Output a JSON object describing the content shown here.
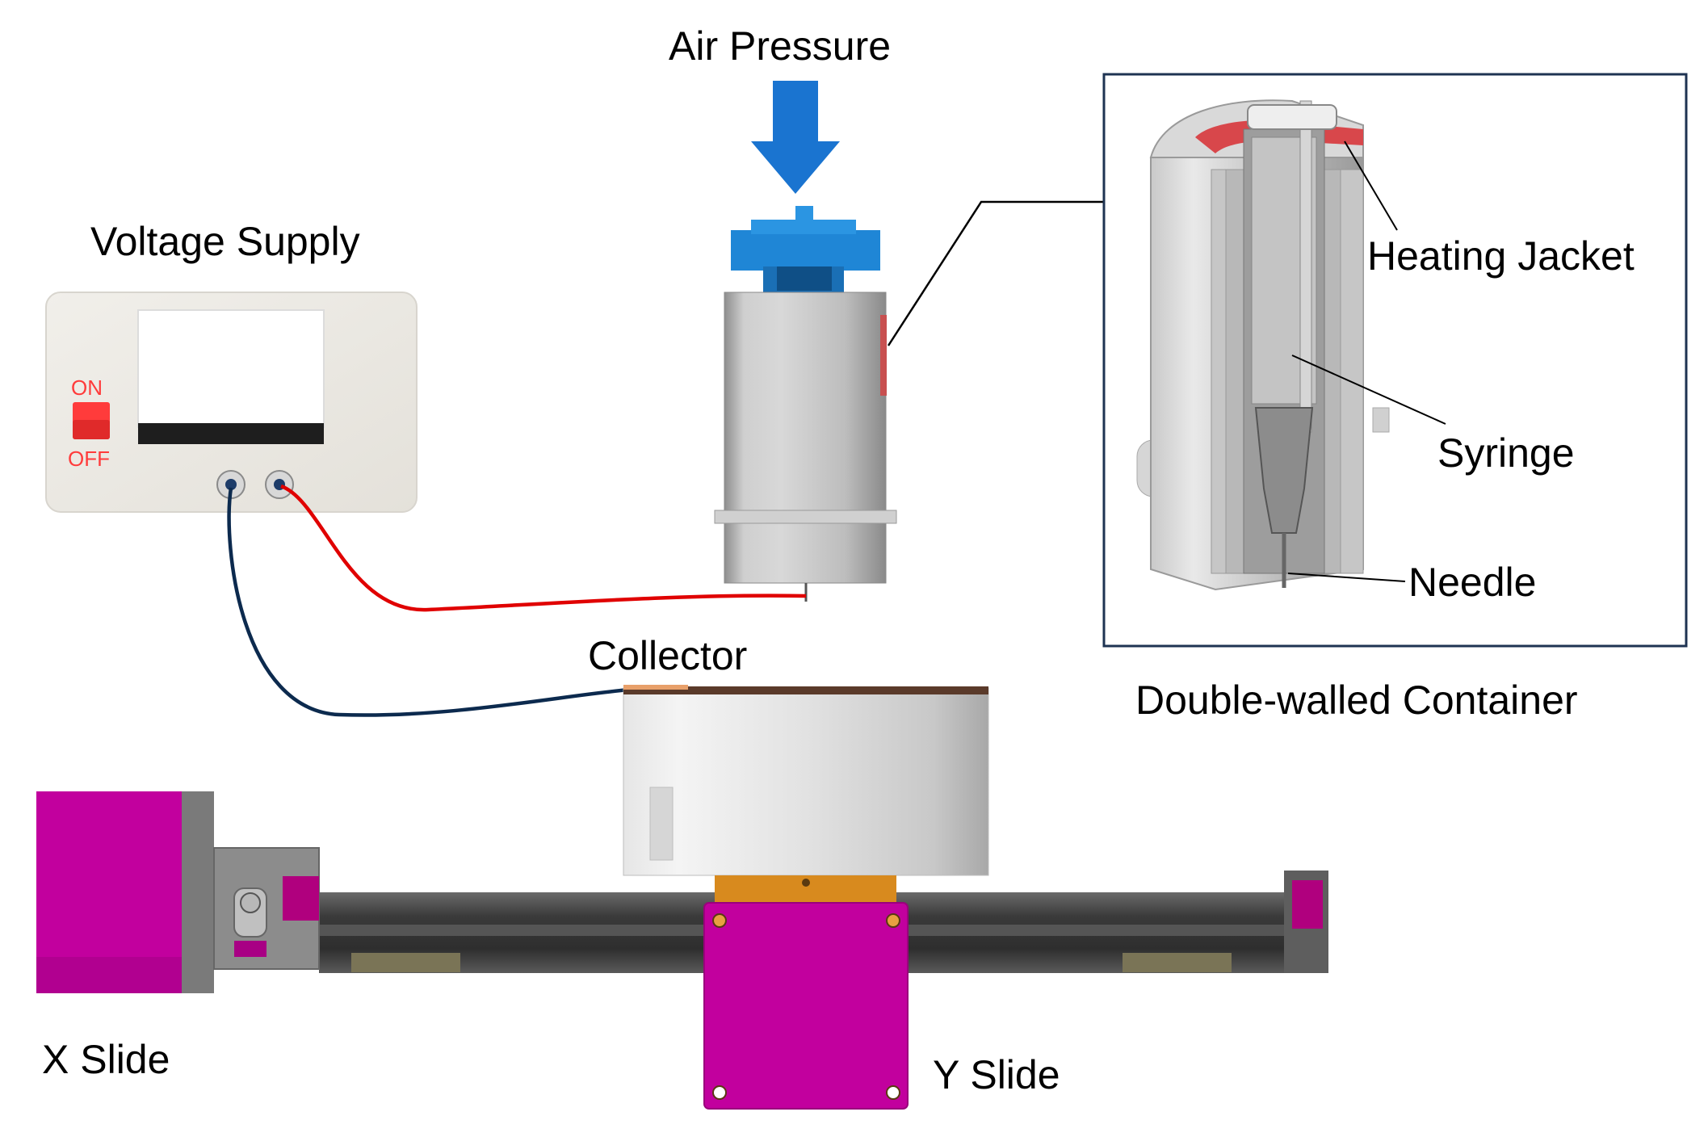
{
  "labels": {
    "air_pressure": "Air Pressure",
    "voltage_supply": "Voltage Supply",
    "switch_on": "ON",
    "switch_off": "OFF",
    "heating_jacket": "Heating Jacket",
    "syringe": "Syringe",
    "needle": "Needle",
    "collector": "Collector",
    "container_caption": "Double-walled Container",
    "x_slide": "X Slide",
    "y_slide": "Y Slide"
  },
  "colors": {
    "arrow": "#1a74d0",
    "nozzle_cap": "#1f86d6",
    "motor": "#c2009e",
    "red_wire": "#e00000",
    "blue_wire": "#0c2a4e",
    "heating_jacket": "#d8474b",
    "switch": "#ff3b3b"
  }
}
